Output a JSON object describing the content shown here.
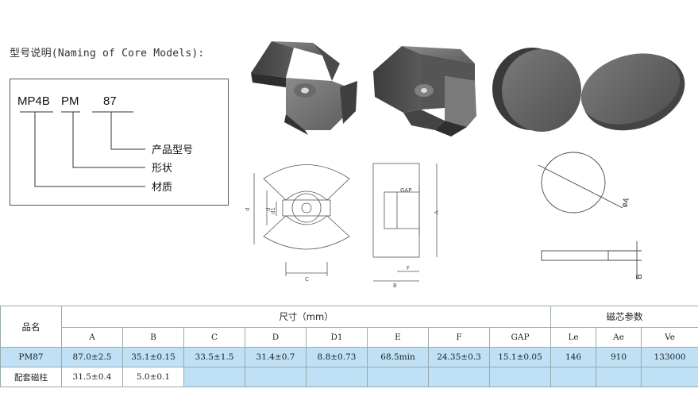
{
  "heading": "型号说明(Naming of Core Models):",
  "naming": {
    "code_material": "MP4B",
    "code_shape": "PM",
    "code_size": "87",
    "legend_size": "产品型号",
    "legend_shape": "形状",
    "legend_material": "材质"
  },
  "drawing_labels": {
    "gap": "GAP",
    "a": "A",
    "b": "B",
    "c": "C",
    "d": "d",
    "d1": "d1",
    "f": "F",
    "phi_a": "φA",
    "b_disc": "B"
  },
  "table": {
    "product_name_header": "品名",
    "size_header": "尺寸（mm）",
    "core_params_header": "磁芯参数",
    "dim_columns": [
      "A",
      "B",
      "C",
      "D",
      "D1",
      "E",
      "F",
      "GAP"
    ],
    "param_columns": [
      "Le",
      "Ae",
      "Ve"
    ],
    "rows": [
      {
        "name": "PM87",
        "dims": [
          "87.0±2.5",
          "35.1±0.15",
          "33.5±1.5",
          "31.4±0.7",
          "8.8±0.73",
          "68.5min",
          "24.35±0.3",
          "15.1±0.05"
        ],
        "params": [
          "146",
          "910",
          "133000"
        ]
      },
      {
        "name": "配套磁柱",
        "dims": [
          "31.5±0.4",
          "5.0±0.1",
          "",
          "",
          "",
          "",
          "",
          ""
        ],
        "params": [
          "",
          "",
          ""
        ]
      }
    ]
  }
}
